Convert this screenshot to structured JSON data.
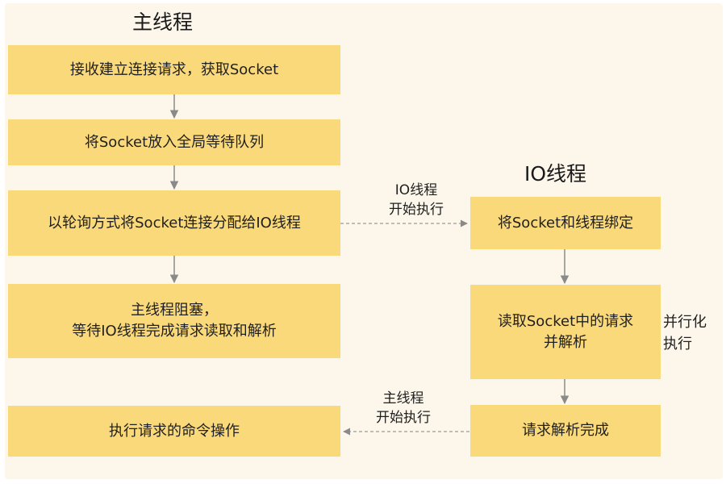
{
  "main_thread": {
    "title": "主线程",
    "steps": [
      {
        "lines": [
          "接收建立连接请求，获取Socket"
        ]
      },
      {
        "lines": [
          "将Socket放入全局等待队列"
        ]
      },
      {
        "lines": [
          "以轮询方式将Socket连接分配给IO线程"
        ]
      },
      {
        "lines": [
          "主线程阻塞，",
          "等待IO线程完成请求读取和解析"
        ]
      },
      {
        "lines": [
          "执行请求的命令操作"
        ]
      }
    ]
  },
  "io_thread": {
    "title": "IO线程",
    "steps": [
      {
        "lines": [
          "将Socket和线程绑定"
        ]
      },
      {
        "lines": [
          "读取Socket中的请求",
          "并解析"
        ]
      },
      {
        "lines": [
          "请求解析完成"
        ]
      }
    ],
    "side_note": [
      "并行化",
      "执行"
    ]
  },
  "transitions": {
    "to_io": [
      "IO线程",
      "开始执行"
    ],
    "to_main": [
      "主线程",
      "开始执行"
    ]
  },
  "colors": {
    "box": "#fad97a",
    "background": "#fcf7ea",
    "arrow": "#8a8a8a"
  }
}
